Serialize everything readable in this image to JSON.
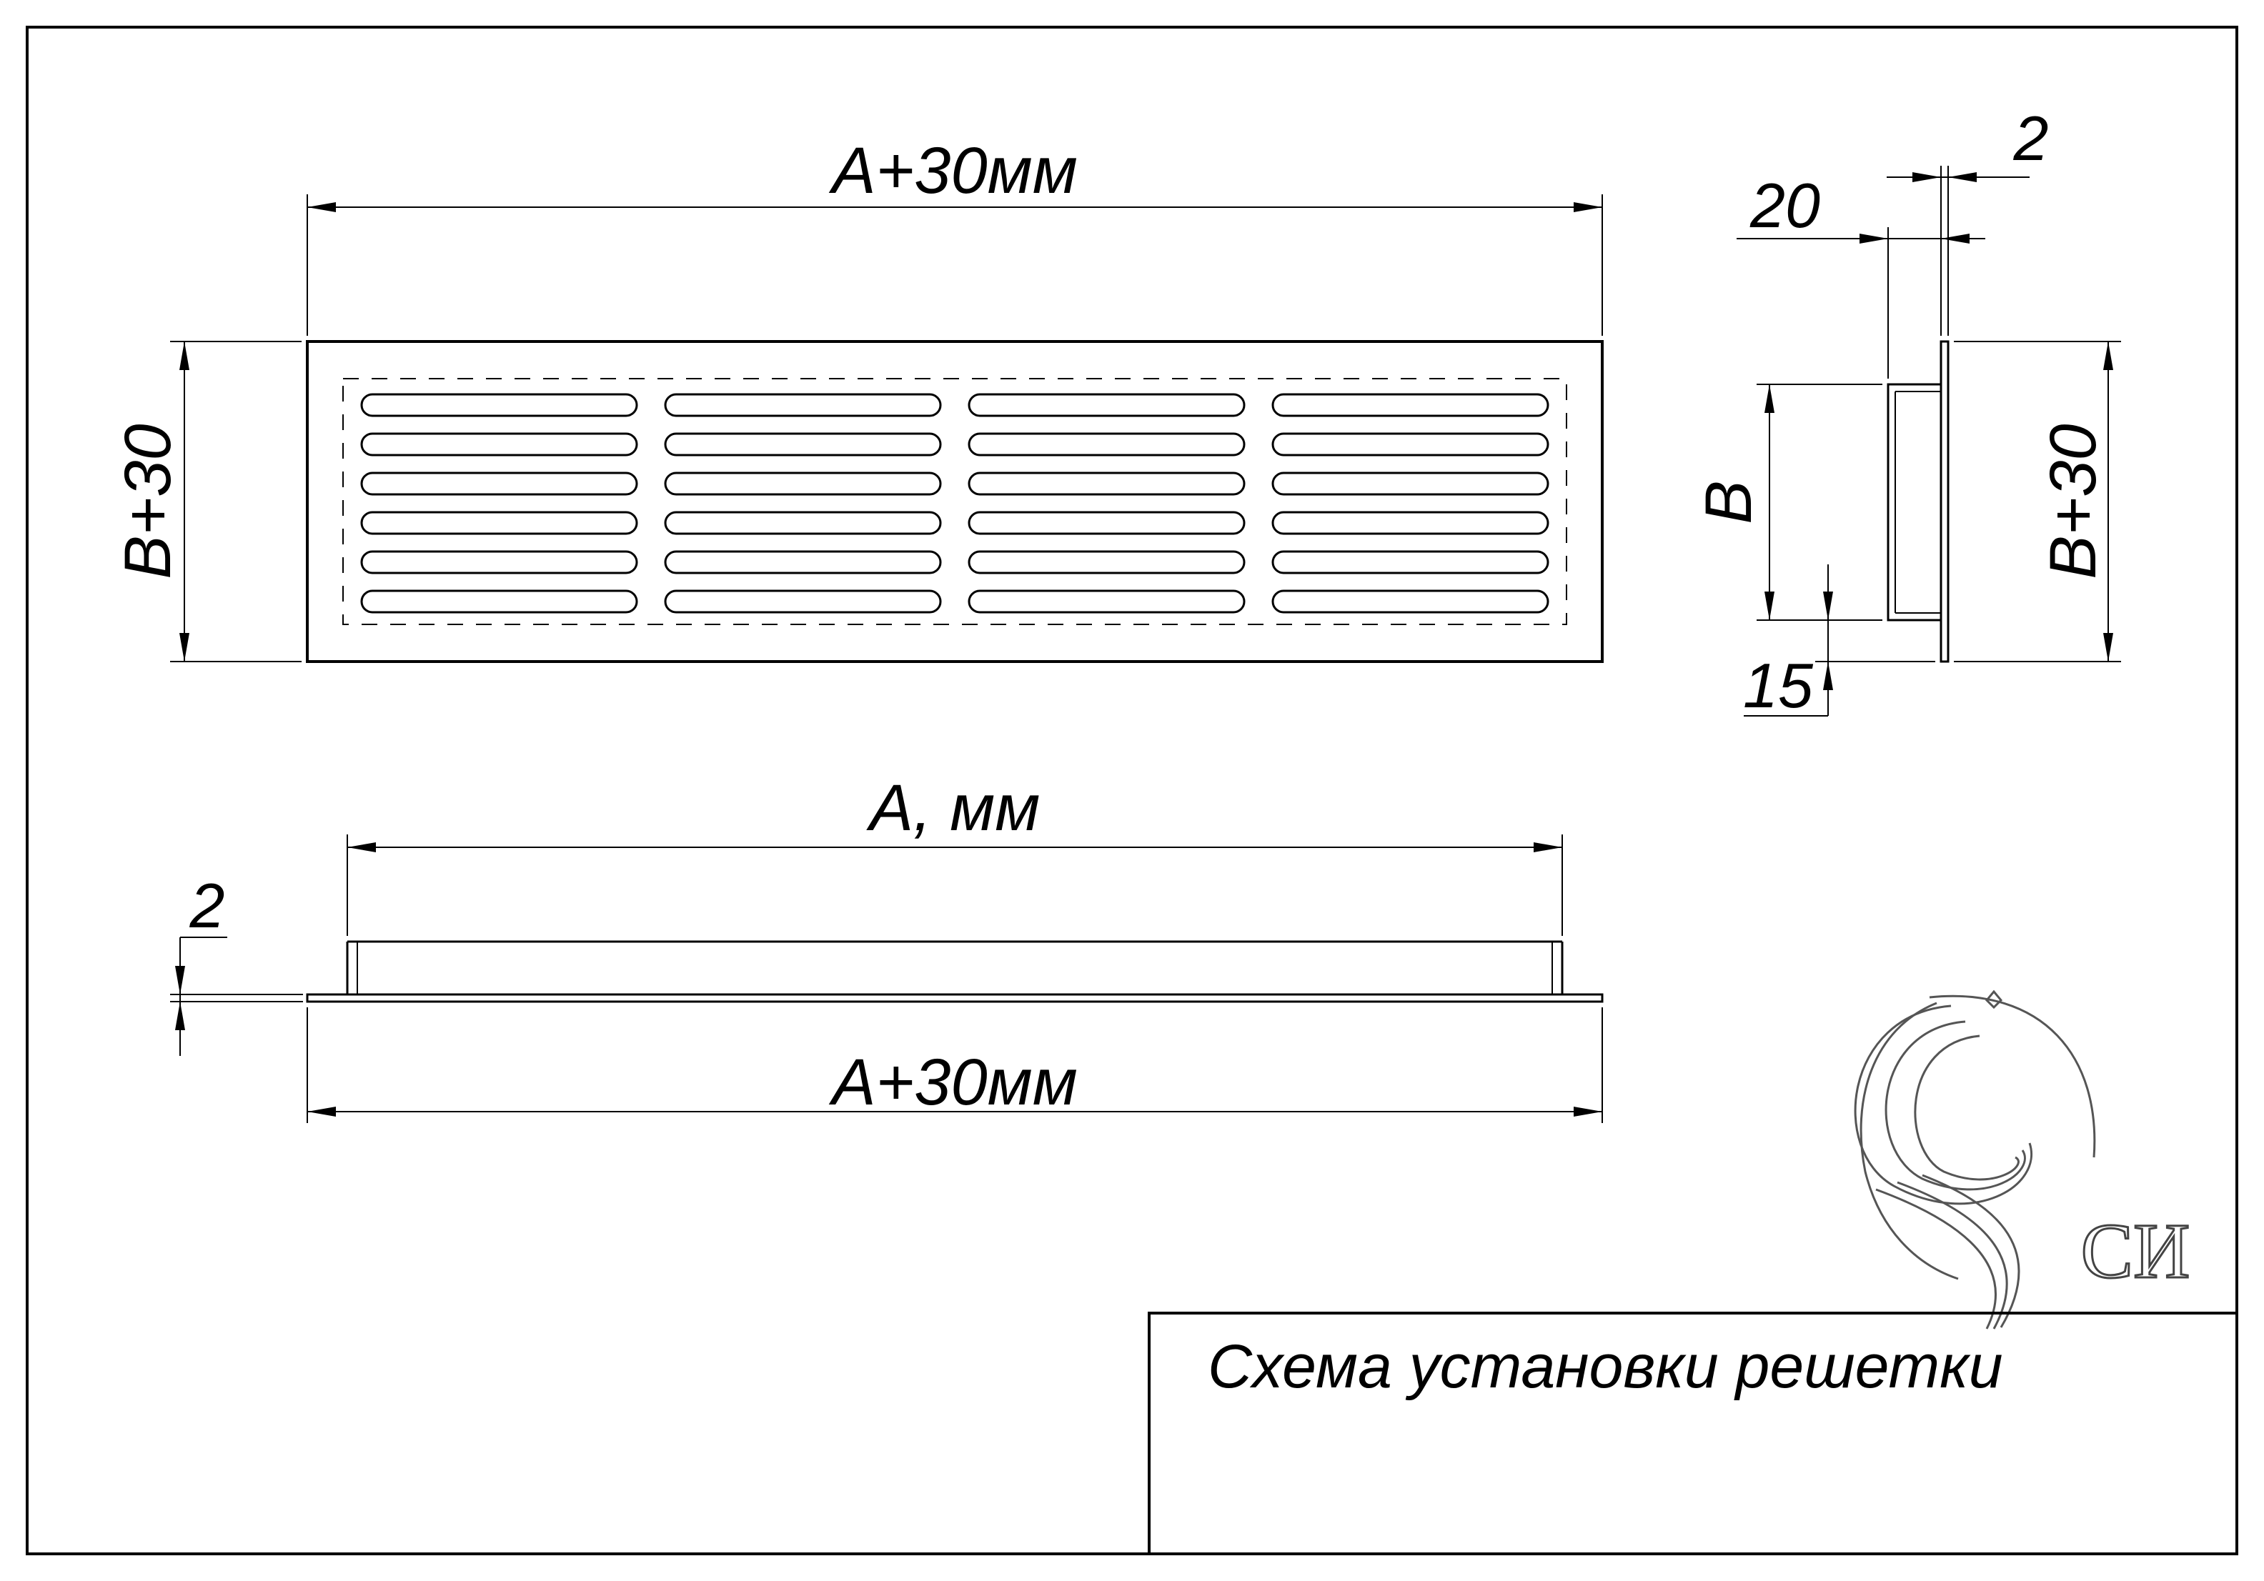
{
  "title_block": {
    "caption": "Схема установки решетки"
  },
  "front_view": {
    "width_label": "A+30мм",
    "height_label": "B+30",
    "slot_columns": 4,
    "slot_rows": 6
  },
  "side_view": {
    "depth_label": "20",
    "thickness_label": "2",
    "inner_height_label": "B",
    "offset_label": "15",
    "height_label": "B+30"
  },
  "bottom_view": {
    "inner_width_label": "A, мм",
    "outer_width_label": "A+30мм",
    "flange_label": "2"
  },
  "logo": {
    "text": "СИ",
    "icon": "spiral-s-logo-icon"
  }
}
